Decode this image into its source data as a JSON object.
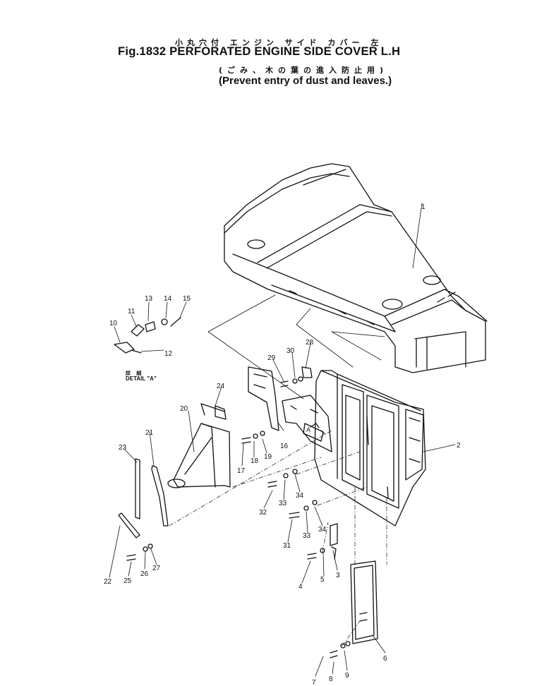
{
  "header": {
    "jp_title": "小丸穴付 エンジン サイド カバー 左",
    "title": "Fig.1832 PERFORATED ENGINE SIDE COVER L.H",
    "jp_subtitle": "(ごみ、木の葉の進入防止用)",
    "subtitle": "(Prevent entry of dust and leaves.)"
  },
  "detail": {
    "jp_label": "詳 細",
    "label": "DETAIL \"A\"",
    "marker": "A"
  },
  "part_numbers": [
    "1",
    "2",
    "3",
    "4",
    "5",
    "6",
    "7",
    "8",
    "9",
    "10",
    "11",
    "12",
    "13",
    "14",
    "15",
    "16",
    "17",
    "18",
    "19",
    "20",
    "21",
    "22",
    "23",
    "24",
    "25",
    "26",
    "27",
    "28",
    "29",
    "30",
    "31",
    "32",
    "33",
    "34",
    "33",
    "34"
  ],
  "colors": {
    "ink": "#111111",
    "paper": "#ffffff"
  }
}
